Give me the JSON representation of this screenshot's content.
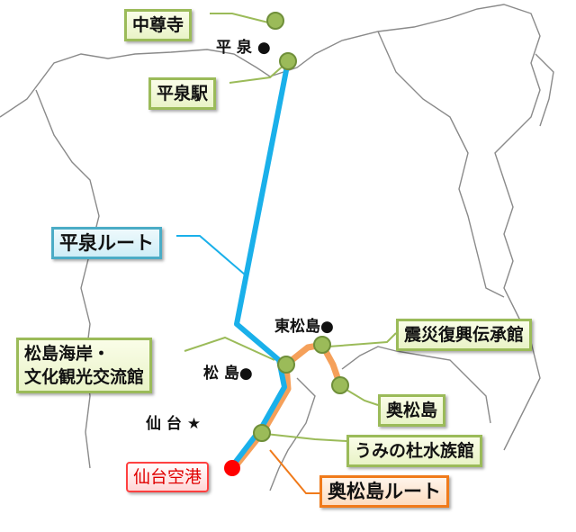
{
  "places": {
    "chusonji": "中尊寺",
    "hiraizumi_station": "平泉駅",
    "matsushima_kaigan": [
      "松島海岸・",
      "文化観光交流館"
    ],
    "shinsai_denshokan": "震災復興伝承館",
    "okumatsushima": "奥松島",
    "umino_mori": "うみの杜水族館",
    "sendai_airport": "仙台空港"
  },
  "towns": {
    "hiraizumi": "平 泉 ●",
    "higashi_matsushima": "東松島●",
    "matsushima": "松 島●",
    "sendai": "仙 台 ★"
  },
  "routes": {
    "hiraizumi_route": "平泉ルート",
    "okumatsushima_route": "奥松島ルート"
  },
  "colors": {
    "hiraizumi_route": "#1ab0ea",
    "okumatsushima_route": "#f5a05a",
    "spot": "#9bbb59",
    "airport": "#ff0000"
  }
}
